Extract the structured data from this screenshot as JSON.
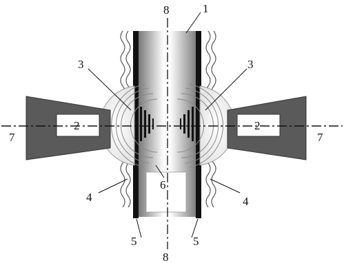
{
  "labels": {
    "axis_top": "8",
    "axis_bottom": "8",
    "axis_left": "7",
    "axis_right": "7",
    "pipe": "1",
    "source_left": "2",
    "source_right": "2",
    "zone_left": "3",
    "zone_right": "3",
    "wall_left": "4",
    "wall_right": "4",
    "liner_left": "5",
    "liner_right": "5",
    "cavity": "6"
  },
  "colors": {
    "stroke": "#111111",
    "source_fill": "#5a5a5a",
    "liner": "#111111",
    "cavity_fill": "#ffffff"
  }
}
